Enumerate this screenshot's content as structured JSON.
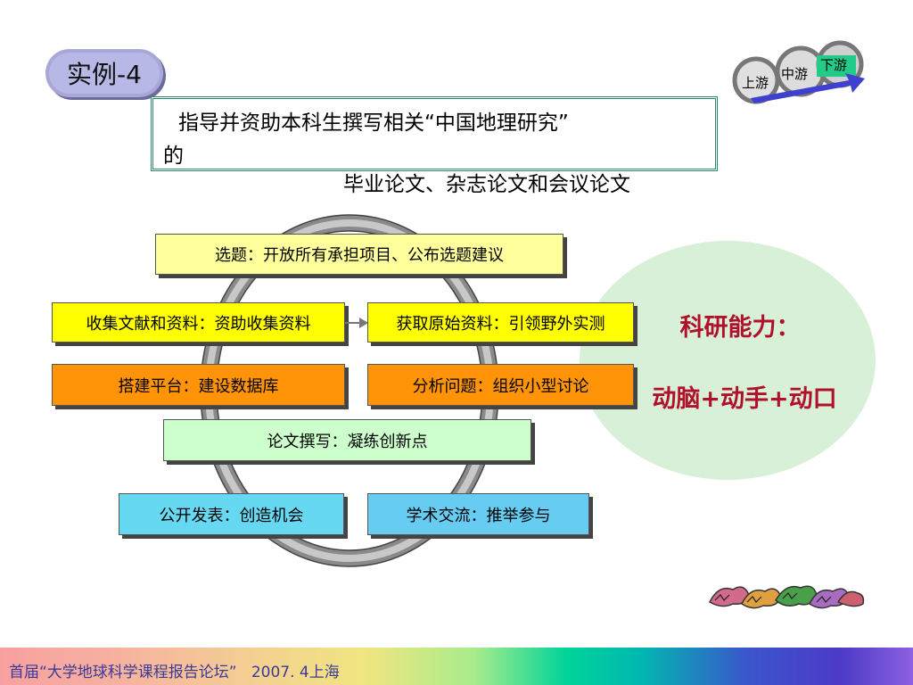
{
  "slide": {
    "title": "实例-4",
    "flow_labels": {
      "upstream": "上游",
      "midstream": "中游",
      "downstream": "下游"
    },
    "intro": {
      "line1": "指导并资助本科生撰写相关“中国地理研究”",
      "line2": "的",
      "line3": "毕业论文、杂志论文和会议论文"
    },
    "steps": {
      "topic": "选题：开放所有承担项目、公布选题建议",
      "collect": "收集文献和资料：资助收集资料",
      "raw": "获取原始资料：引领野外实测",
      "platform": "搭建平台：建设数据库",
      "analyze": "分析问题：组织小型讨论",
      "writing": "论文撰写：凝练创新点",
      "publish": "公开发表：创造机会",
      "exchange": "学术交流：推举参与"
    },
    "ability": {
      "title": "科研能力：",
      "formula": "动脑+动手+动口"
    },
    "footer": "首届“大学地球科学课程报告论坛”   2007. 4上海"
  },
  "colors": {
    "ability_text": "#b0102a",
    "ability_bg": "#d8efd8",
    "yellow_box": "#ffff00",
    "orange_box": "#ff9408",
    "green_box": "#ccffcc",
    "blue_box": "#66d8f2",
    "title_pill": "#b8b8e6"
  }
}
